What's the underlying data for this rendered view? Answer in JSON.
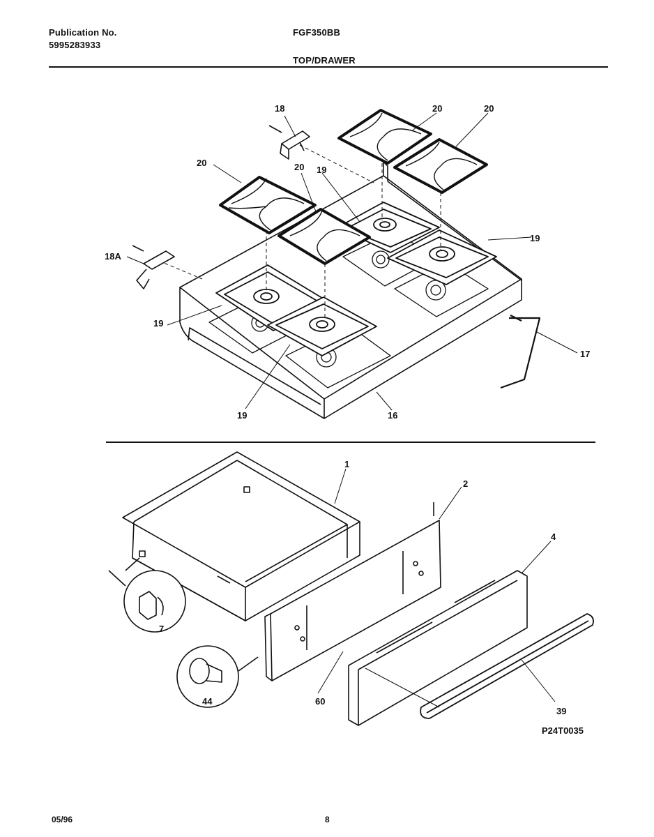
{
  "header": {
    "publication_label": "Publication No.",
    "publication_number": "5995283933",
    "model": "FGF350BB",
    "section_title": "TOP/DRAWER"
  },
  "callouts": {
    "c18": "18",
    "c18a": "18A",
    "c20a": "20",
    "c20b": "20",
    "c20c": "20",
    "c20d": "20",
    "c19a": "19",
    "c19b": "19",
    "c19c": "19",
    "c19d": "19",
    "c17": "17",
    "c16": "16",
    "c1": "1",
    "c2": "2",
    "c4": "4",
    "c7": "7",
    "c44": "44",
    "c60": "60",
    "c39": "39"
  },
  "figure_id": "P24T0035",
  "footer": {
    "date": "05/96",
    "page": "8"
  }
}
